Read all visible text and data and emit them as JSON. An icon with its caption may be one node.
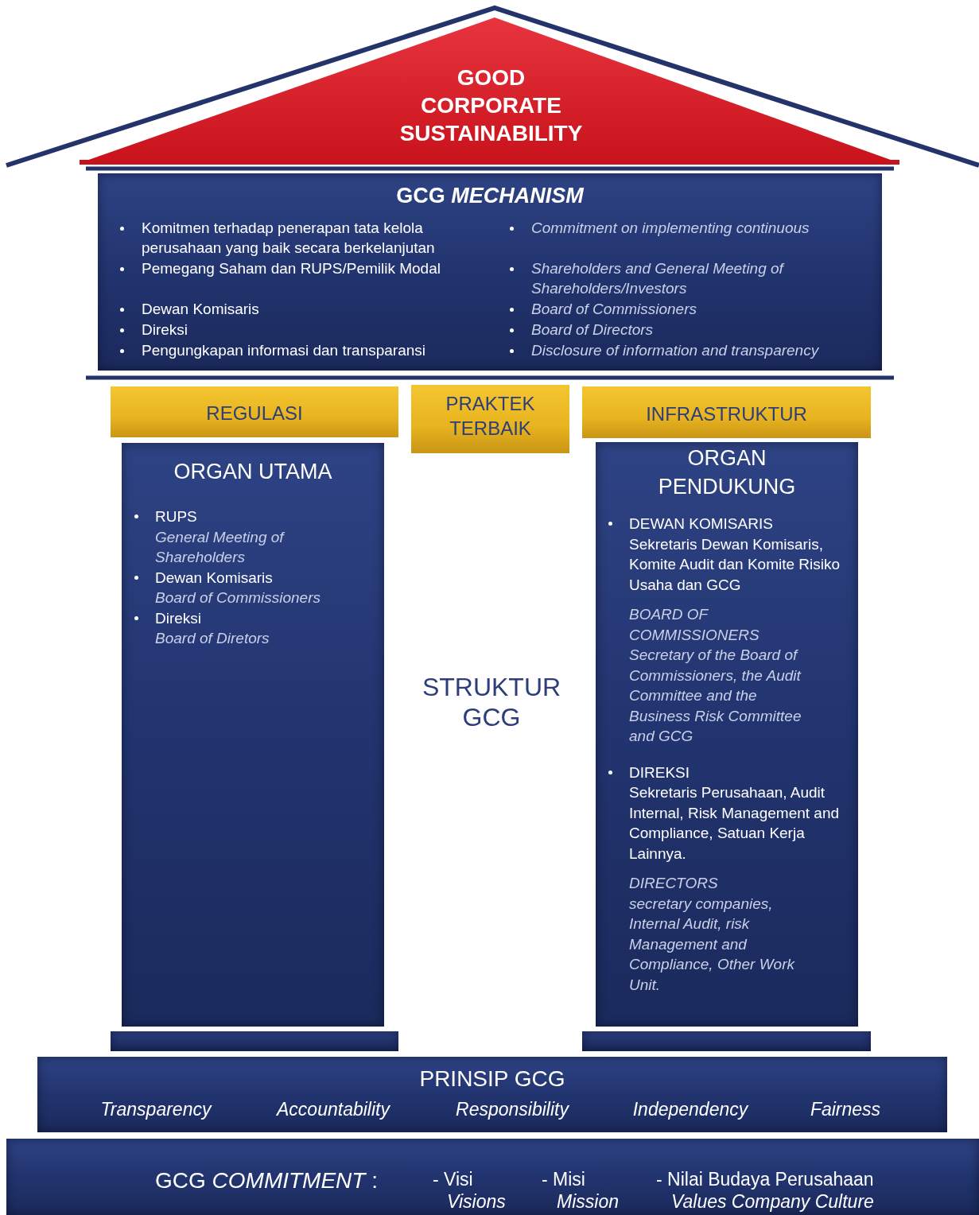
{
  "diagram": {
    "nodes": [
      {
        "text": [
          "GOOD CORPORATE SUSTAINABILITY"
        ]
      },
      {
        "text": [
          "GCG *MECHANISM*",
          "Komitmen terhadap penerapan tata kelola perusahaan yang baik secara berkelanjutan",
          "Pemegang Saham dan RUPS/Pemilik Modal",
          "Dewan Komisaris",
          "Direksi",
          "Pengungkapan informasi dan transparansi",
          "Commitment on implementing continuous",
          "Shareholders and General Meeting of Shareholders/Investors",
          "Board of Commissioners",
          "Board of Directors",
          "Disclosure of information and transparency"
        ]
      },
      {
        "text": [
          "REGULASI"
        ]
      },
      {
        "text": [
          "PRAKTEK TERBAIK"
        ]
      },
      {
        "text": [
          "INFRASTRUKTUR"
        ]
      },
      {
        "text": [
          "ORGAN UTAMA",
          "RUPS",
          "General Meeting of Shareholders",
          "Dewan Komisaris",
          "Board of Commissioners",
          "Direksi",
          "Board of Diretors"
        ]
      },
      {
        "text": [
          "ORGAN PENDUKUNG",
          "DEWAN KOMISARIS",
          "Sekretaris Dewan Komisaris, Komite Audit dan Komite Risiko Usaha dan GCG",
          "BOARD OF COMMISSIONERS",
          "Secretary of the Board of Commissioners, the Audit Committee and the Business Risk Committee and GCG",
          "DIREKSI",
          "Sekretaris Perusahaan, Audit Internal, Risk Management and Compliance, Satuan Kerja Lainnya.",
          "DIRECTORS",
          "secretary companies, Internal Audit, risk Management and Compliance, Other Work Unit."
        ]
      },
      {
        "text": [],
        "shape": "bar"
      },
      {
        "text": [],
        "shape": "bar"
      },
      {
        "text": [
          "PRINSIP GCG",
          "Transparency",
          "Accountability",
          "Responsibility",
          "Independency",
          "Fairness"
        ]
      },
      {
        "text": [
          "GCG *COMMITMENT* :",
          "- Visi",
          "Visions",
          "- Misi",
          "Mission",
          "- Nilai Budaya Perusahaan",
          "Values Company Culture"
        ]
      }
    ],
    "labels": [
      "STRUKTUR GCG"
    ]
  }
}
